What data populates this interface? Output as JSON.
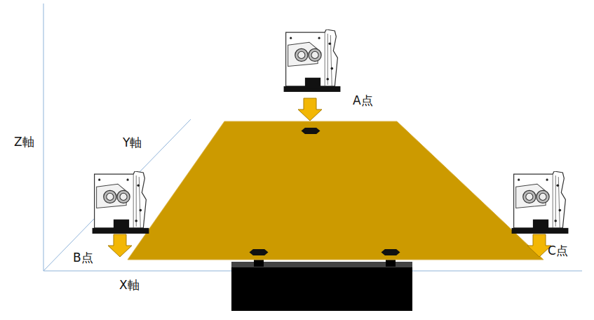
{
  "diagram": {
    "labels": [
      "A点",
      "Z軸",
      "Y軸",
      "B点",
      "C点",
      "X軸"
    ]
  }
}
